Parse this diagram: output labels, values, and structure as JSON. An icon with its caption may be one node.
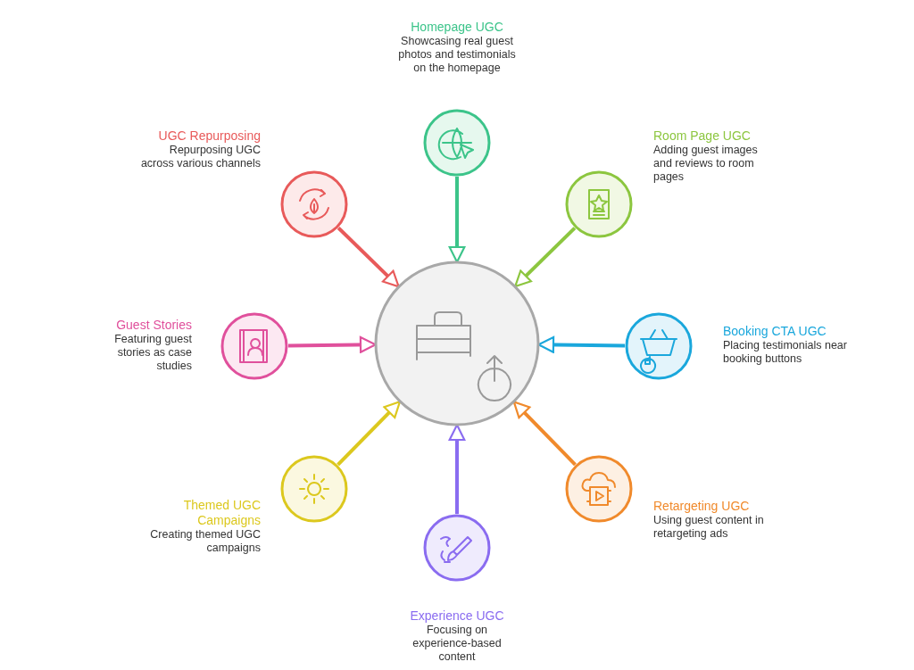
{
  "diagram": {
    "nodes": [
      {
        "text": [],
        "shape": "circle"
      },
      {
        "text": [
          "Homepage UGC",
          "Showcasing real guest photos and testimonials on the homepage"
        ]
      },
      {
        "text": [
          "Room Page UGC",
          "Adding guest images and reviews to room pages"
        ]
      },
      {
        "text": [
          "Booking CTA UGC",
          "Placing testimonials near booking buttons"
        ]
      },
      {
        "text": [
          "Retargeting UGC",
          "Using guest content in retargeting ads"
        ]
      },
      {
        "text": [
          "Experience UGC",
          "Focusing on experience-based content"
        ]
      },
      {
        "text": [
          "Themed UGC Campaigns",
          "Creating themed UGC campaigns"
        ]
      },
      {
        "text": [
          "Guest Stories",
          "Featuring guest stories as case studies"
        ]
      },
      {
        "text": [
          "UGC Repurposing",
          "Repurposing UGC across various channels"
        ]
      }
    ],
    "edges": [
      {
        "from": 1,
        "to": 0,
        "arrow": "to",
        "color": "#3cc48a"
      },
      {
        "from": 2,
        "to": 0,
        "arrow": "to",
        "color": "#8cc63f"
      },
      {
        "from": 3,
        "to": 0,
        "arrow": "to",
        "color": "#1aa7dc"
      },
      {
        "from": 4,
        "to": 0,
        "arrow": "to",
        "color": "#f08a2c"
      },
      {
        "from": 5,
        "to": 0,
        "arrow": "to",
        "color": "#8a6cf0"
      },
      {
        "from": 6,
        "to": 0,
        "arrow": "to",
        "color": "#dcc81e"
      },
      {
        "from": 7,
        "to": 0,
        "arrow": "to",
        "color": "#e0509c"
      },
      {
        "from": 8,
        "to": 0,
        "arrow": "to",
        "color": "#e85a5a"
      }
    ]
  }
}
